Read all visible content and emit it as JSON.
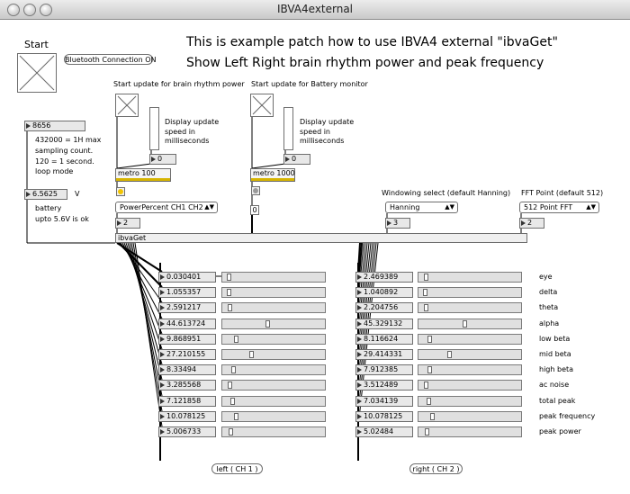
{
  "window": {
    "title": "IBVA4external"
  },
  "header": {
    "line1": "This is example patch how to use IBVA4 external \"ibvaGet\"",
    "line2": "Show Left Right brain rhythm power and peak frequency"
  },
  "start": {
    "label": "Start",
    "bluetooth_button": "Bluetooth Connection ON"
  },
  "sampling": {
    "value": "8656",
    "note1": "432000 = 1H max",
    "note2": "sampling count.",
    "note3": "120 = 1 second.",
    "note4": "loop mode"
  },
  "battery": {
    "value": "6.5625",
    "unit": "V",
    "note1": "battery",
    "note2": "upto 5.6V is ok"
  },
  "rhythm_update": {
    "label": "Start update for brain rhythm power",
    "display_label1": "Display update",
    "display_label2": "speed in",
    "display_label3": "milliseconds",
    "speed_value": "0",
    "metro": "metro 100",
    "led_color": "#f2c400",
    "menu": "PowerPercent CH1 CH2",
    "menu_value": "2"
  },
  "battery_update": {
    "label": "Start update for Battery monitor",
    "display_label1": "Display update",
    "display_label2": "speed in",
    "display_label3": "milliseconds",
    "speed_value": "0",
    "metro": "metro 1000",
    "led_color": "#9a9a9a",
    "toggle_value": "0"
  },
  "windowing": {
    "label": "Windowing select (default Hanning)",
    "menu": "Hanning",
    "value": "3"
  },
  "fft": {
    "label": "FFT Point (default 512)",
    "menu": "512 Point FFT",
    "value": "2"
  },
  "object": {
    "name": "ibvaGet"
  },
  "bands": [
    {
      "name": "eye",
      "left": "0.030401",
      "right": "2.469389",
      "left_level": 0.03,
      "right_level": 0.04
    },
    {
      "name": "delta",
      "left": "1.055357",
      "right": "1.040892",
      "left_level": 0.03,
      "right_level": 0.03
    },
    {
      "name": "theta",
      "left": "2.591217",
      "right": "2.204756",
      "left_level": 0.04,
      "right_level": 0.04
    },
    {
      "name": "alpha",
      "left": "44.613724",
      "right": "45.329132",
      "left_level": 0.44,
      "right_level": 0.45
    },
    {
      "name": "low beta",
      "left": "9.868951",
      "right": "8.116624",
      "left_level": 0.1,
      "right_level": 0.08
    },
    {
      "name": "mid beta",
      "left": "27.210155",
      "right": "29.414331",
      "left_level": 0.27,
      "right_level": 0.29
    },
    {
      "name": "high beta",
      "left": "8.33494",
      "right": "7.912385",
      "left_level": 0.08,
      "right_level": 0.08
    },
    {
      "name": "ac noise",
      "left": "3.285568",
      "right": "3.512489",
      "left_level": 0.04,
      "right_level": 0.04
    },
    {
      "name": "total peak",
      "left": "7.121858",
      "right": "7.034139",
      "left_level": 0.07,
      "right_level": 0.07
    },
    {
      "name": "peak frequency",
      "left": "10.078125",
      "right": "10.078125",
      "left_level": 0.1,
      "right_level": 0.1
    },
    {
      "name": "peak power",
      "left": "5.006733",
      "right": "5.02484",
      "left_level": 0.05,
      "right_level": 0.05
    }
  ],
  "channels": {
    "left": "left ( CH 1 )",
    "right": "right ( CH 2 )"
  }
}
